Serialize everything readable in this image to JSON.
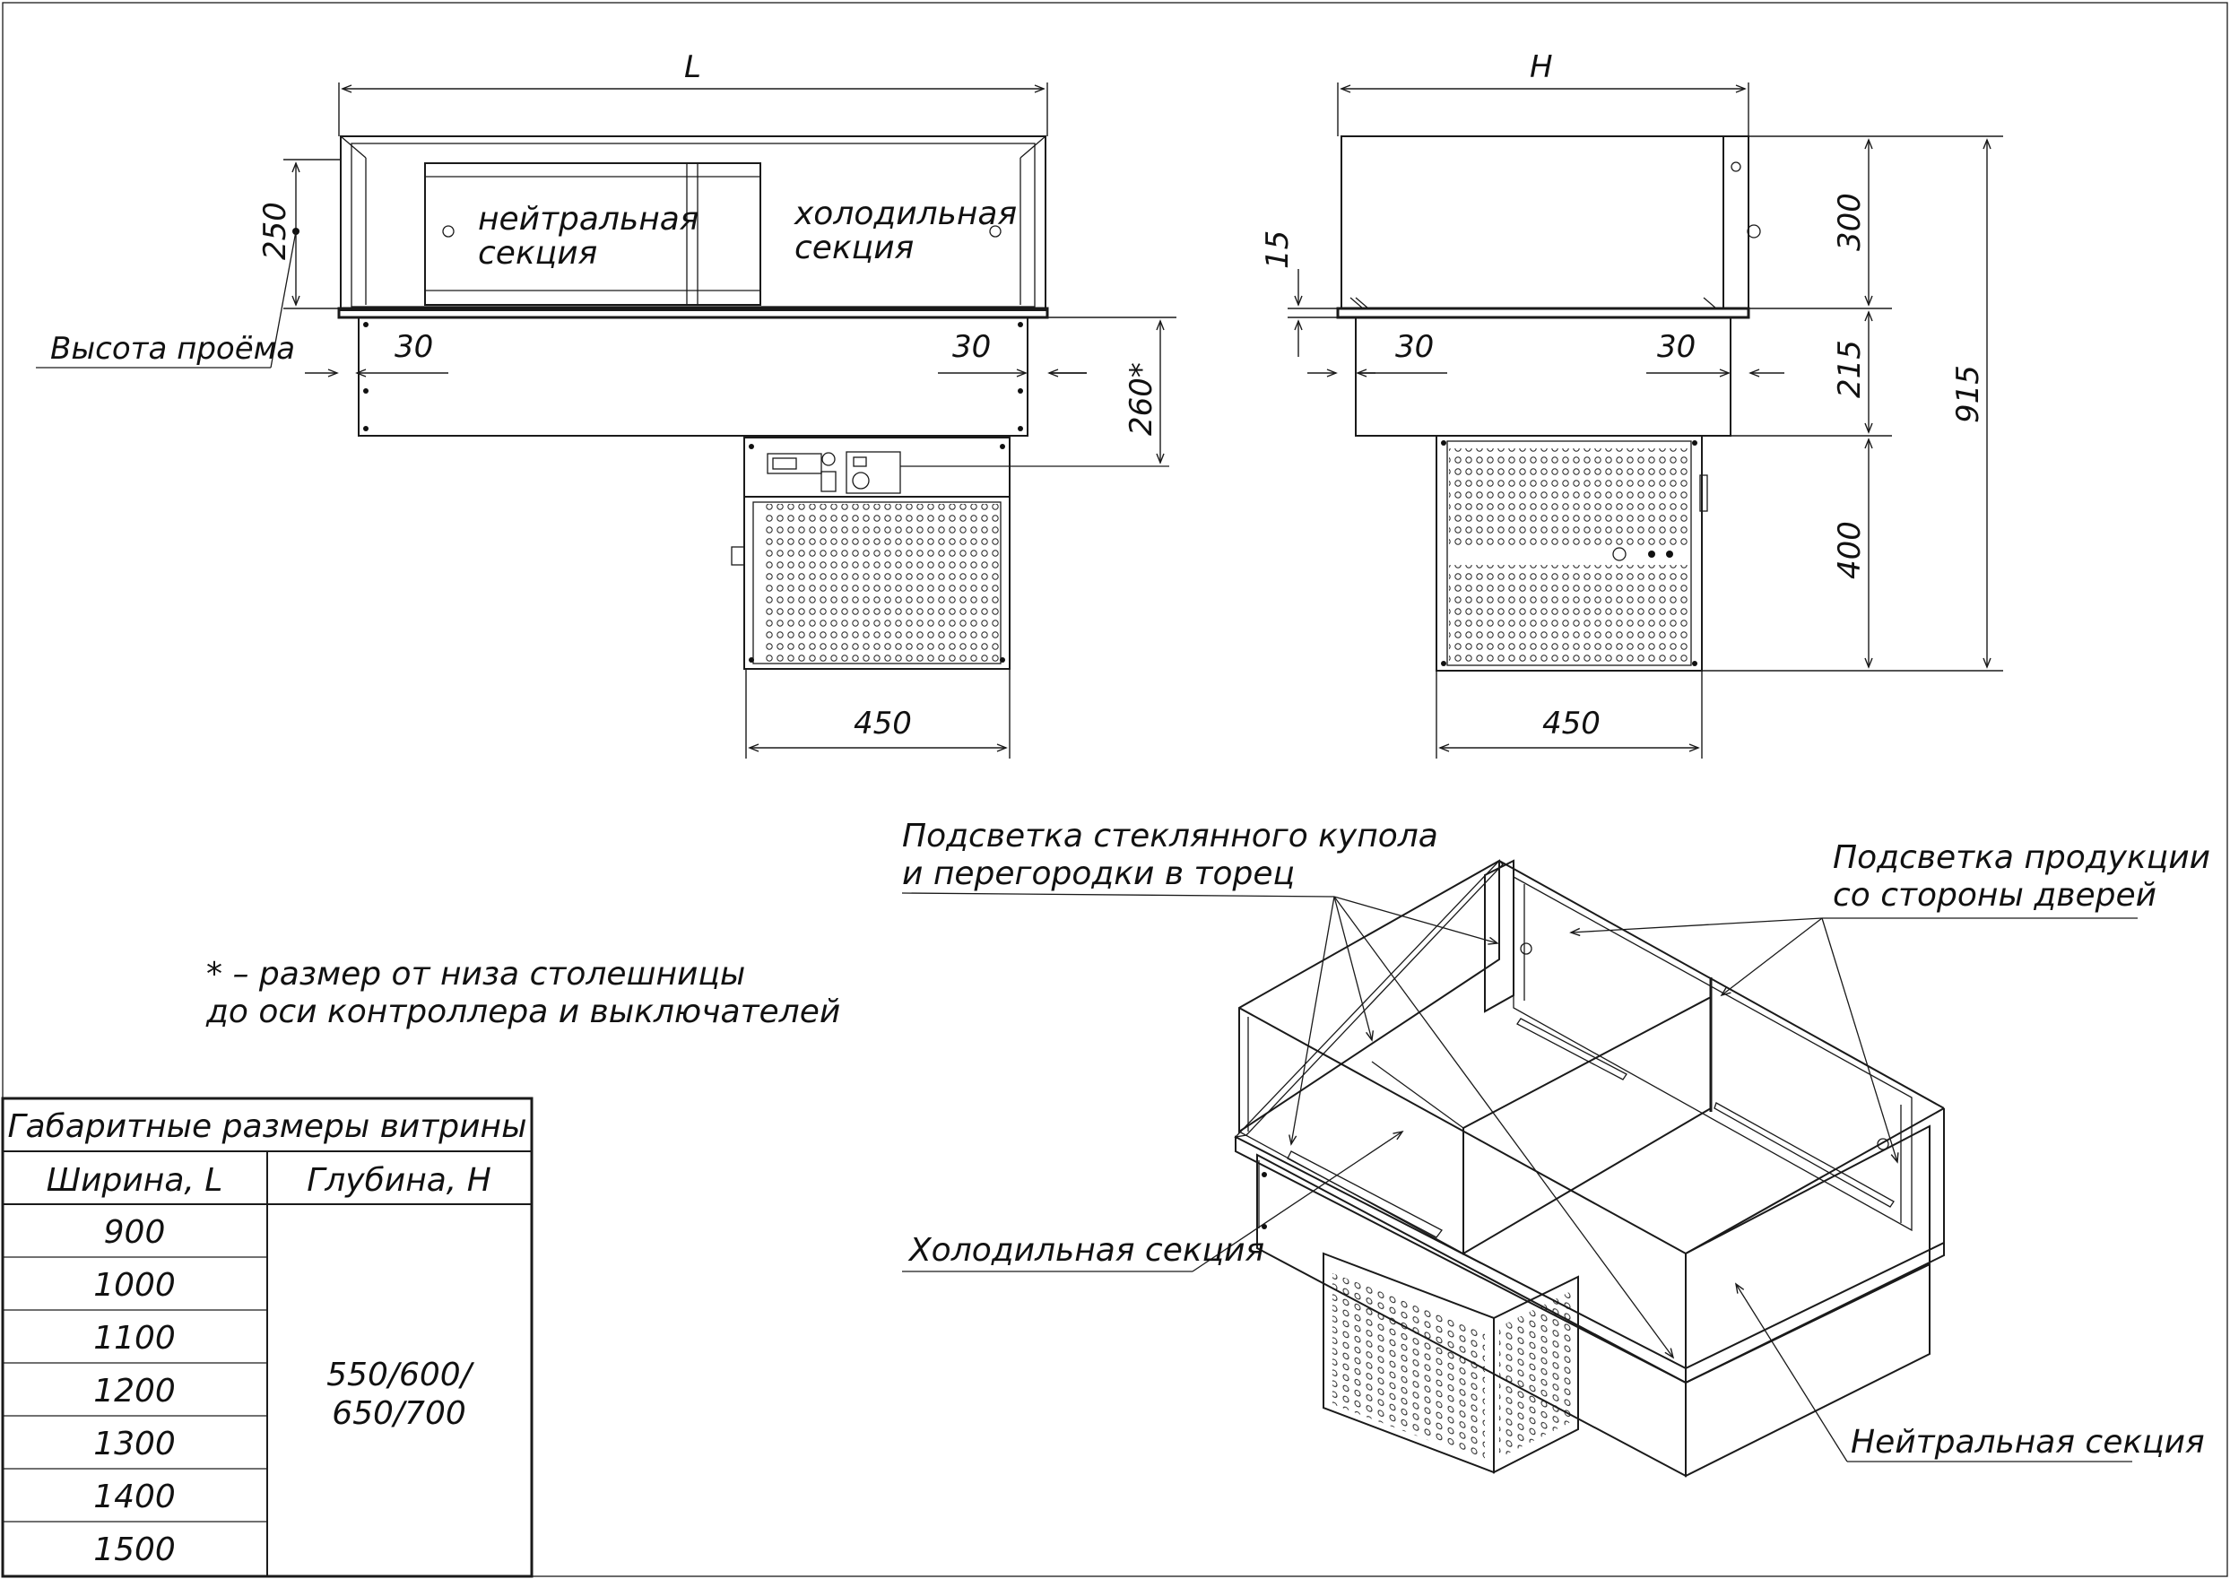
{
  "front_view": {
    "dim_length": "L",
    "dim_opening": "250",
    "dim_left_offset": "30",
    "dim_right_offset": "30",
    "dim_controller": "260*",
    "dim_bottom": "450",
    "label_neutral_1": "нейтральная",
    "label_neutral_2": "секция",
    "label_cold_1": "холодильная",
    "label_cold_2": "секция",
    "label_opening": "Высота проёма"
  },
  "side_view": {
    "dim_depth": "H",
    "dim_15": "15",
    "dim_left_offset": "30",
    "dim_right_offset": "30",
    "dim_300": "300",
    "dim_215": "215",
    "dim_400": "400",
    "dim_915": "915",
    "dim_bottom": "450"
  },
  "footnote": {
    "line1": "* – размер от низа столешницы",
    "line2": "до оси контроллера и выключателей"
  },
  "iso_labels": {
    "glass_light_1": "Подсветка стеклянного купола",
    "glass_light_2": "и перегородки в торец",
    "product_light_1": "Подсветка продукции",
    "product_light_2": "со стороны дверей",
    "cold_section": "Холодильная секция",
    "neutral_section": "Нейтральная секция"
  },
  "size_table": {
    "title": "Габаритные размеры витрины",
    "col_width": "Ширина, L",
    "col_depth": "Глубина, H",
    "widths": [
      "900",
      "1000",
      "1100",
      "1200",
      "1300",
      "1400",
      "1500"
    ],
    "depth_line1": "550/600/",
    "depth_line2": "650/700"
  }
}
